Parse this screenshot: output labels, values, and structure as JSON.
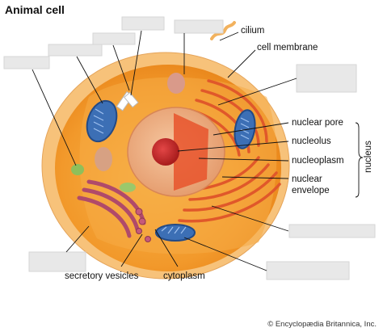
{
  "title": "Animal cell",
  "labels": {
    "cilium": "cilium",
    "cell_membrane": "cell membrane",
    "nuclear_pore": "nuclear pore",
    "nucleolus": "nucleolus",
    "nucleoplasm": "nucleoplasm",
    "nuclear_envelope_1": "nuclear",
    "nuclear_envelope_2": "envelope",
    "nucleus_group": "nucleus",
    "secretory_vesicles": "secretory vesicles",
    "cytoplasm": "cytoplasm"
  },
  "credit": "© Encyclopædia Britannica, Inc.",
  "colors": {
    "cytoplasm": "#f4a437",
    "membrane": "#f7c27a",
    "nucleus": "#f0b889",
    "nucleoplasm": "#e8542b",
    "nucleolus": "#c62828",
    "mitochondria": "#3c6fb5",
    "golgi": "#b04a6a",
    "er": "#e0582a"
  }
}
